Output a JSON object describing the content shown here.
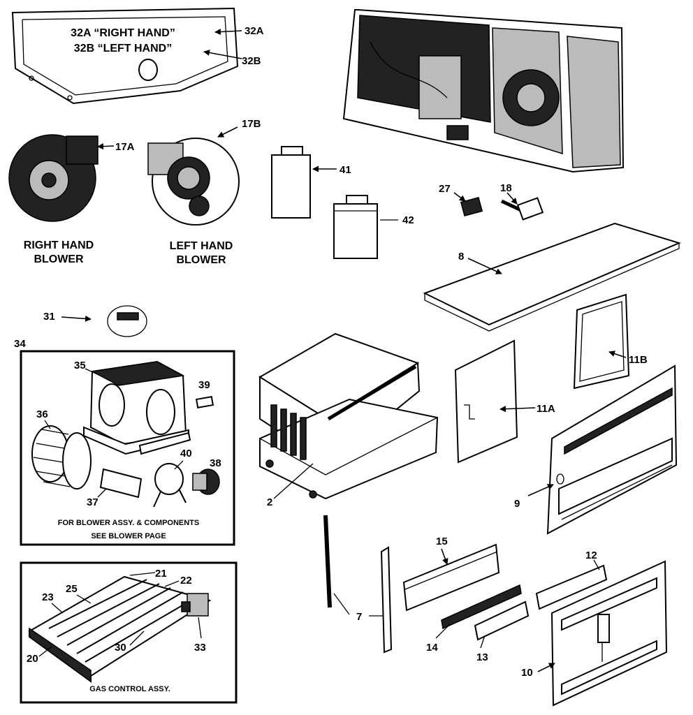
{
  "panel_notes": {
    "right_hand": "32A “RIGHT HAND”",
    "left_hand": "32B “LEFT HAND”"
  },
  "captions": {
    "right_blower_line1": "RIGHT HAND",
    "right_blower_line2": "BLOWER",
    "left_blower_line1": "LEFT HAND",
    "left_blower_line2": "BLOWER",
    "blower_box_note_line1": "FOR BLOWER ASSY. & COMPONENTS",
    "blower_box_note_line2": "SEE BLOWER PAGE",
    "gas_control": "GAS CONTROL ASSY."
  },
  "callouts": {
    "c32A": "32A",
    "c32B": "32B",
    "c17A": "17A",
    "c17B": "17B",
    "c41": "41",
    "c42": "42",
    "c27": "27",
    "c18": "18",
    "c8": "8",
    "c31": "31",
    "c34": "34",
    "c35": "35",
    "c39": "39",
    "c36": "36",
    "c40": "40",
    "c38": "38",
    "c37": "37",
    "c11B": "11B",
    "c11A": "11A",
    "c2": "2",
    "c9": "9",
    "c15": "15",
    "c12": "12",
    "c7": "7",
    "c14": "14",
    "c13": "13",
    "c10": "10",
    "c21": "21",
    "c22": "22",
    "c25": "25",
    "c23": "23",
    "c30": "30",
    "c33": "33",
    "c20": "20"
  }
}
